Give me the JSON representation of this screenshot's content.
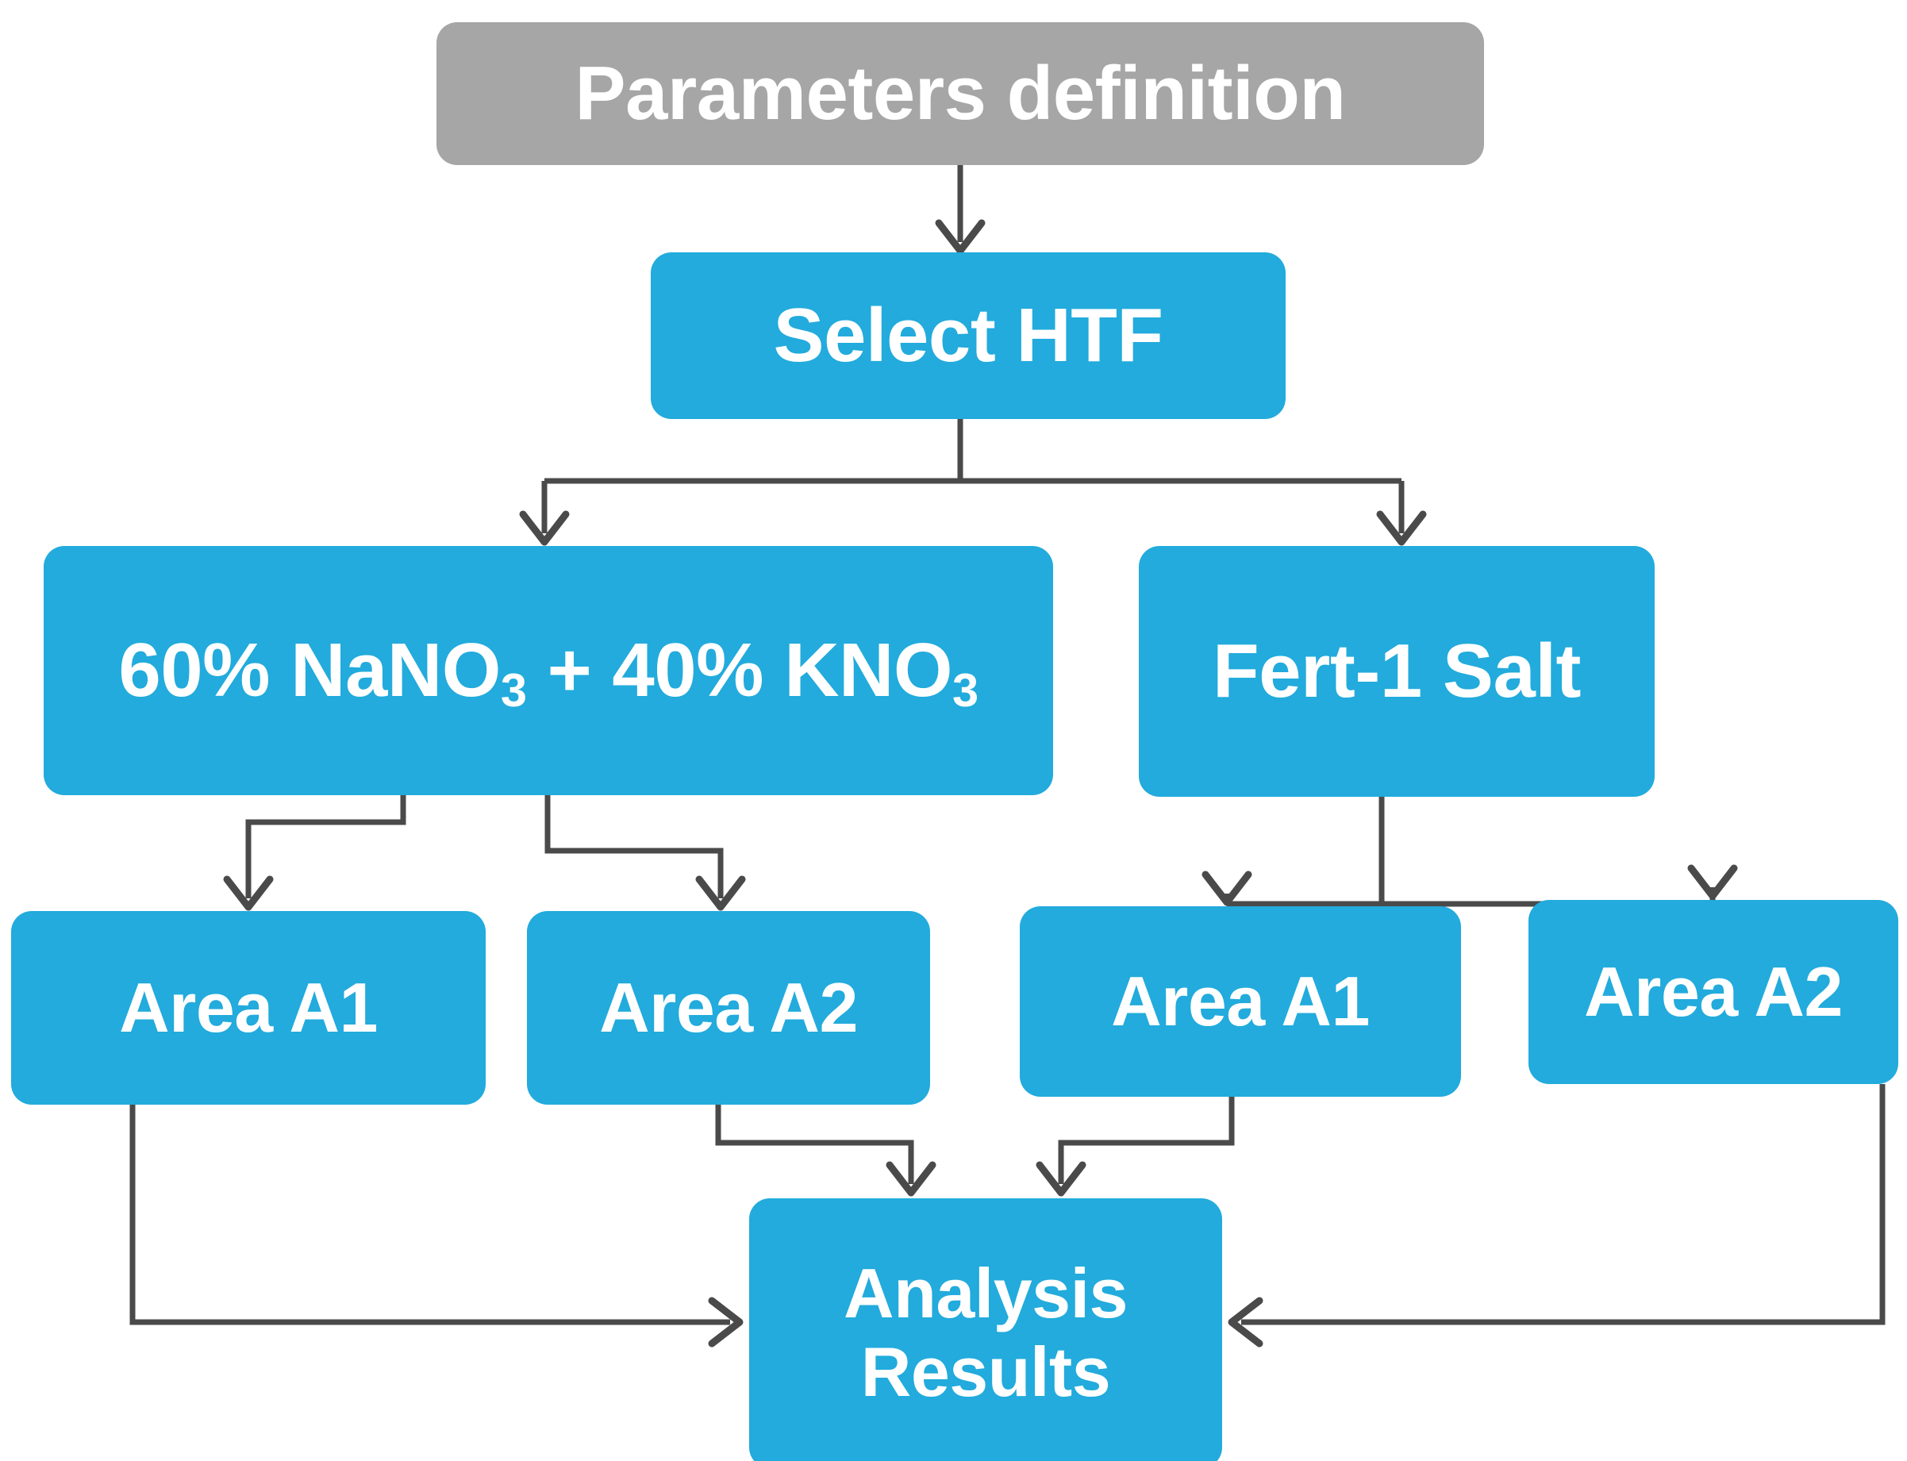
{
  "diagram": {
    "title": "HTF selection and area analysis flowchart",
    "colors": {
      "node_blue": "#22ABDC",
      "node_gray": "#A6A6A6",
      "connector": "#4a4a4a",
      "label_text": "#ffffff",
      "background": "#ffffff"
    },
    "nodes": {
      "parameters_definition": {
        "label": "Parameters definition",
        "fill": "#A6A6A6",
        "shape": "rounded-rectangle"
      },
      "select_htf": {
        "label": "Select HTF",
        "fill": "#22ABDC",
        "shape": "rounded-rectangle"
      },
      "salt_mixture": {
        "label_prefix": "60% NaNO",
        "label_sub1": "3",
        "label_middle": " + 40% KNO",
        "label_sub2": "3",
        "label_plain": "60% NaNO3 + 40% KNO3",
        "fill": "#22ABDC",
        "shape": "rounded-rectangle"
      },
      "fert_salt": {
        "label": "Fert-1 Salt",
        "fill": "#22ABDC",
        "shape": "rounded-rectangle"
      },
      "area_a1_left": {
        "label": "Area A1",
        "fill": "#22ABDC",
        "shape": "rounded-rectangle"
      },
      "area_a2_left": {
        "label": "Area A2",
        "fill": "#22ABDC",
        "shape": "rounded-rectangle"
      },
      "area_a1_right": {
        "label": "Area A1",
        "fill": "#22ABDC",
        "shape": "rounded-rectangle"
      },
      "area_a2_right": {
        "label": "Area A2",
        "fill": "#22ABDC",
        "shape": "rounded-rectangle"
      },
      "analysis_results": {
        "label": "Analysis\nResults",
        "line1": "Analysis",
        "line2": "Results",
        "fill": "#22ABDC",
        "shape": "rounded-rectangle"
      }
    },
    "edges": [
      {
        "from": "parameters_definition",
        "to": "select_htf",
        "style": "straight-down",
        "arrow": "down"
      },
      {
        "from": "select_htf",
        "to": "salt_mixture",
        "style": "branch-left",
        "arrow": "down"
      },
      {
        "from": "select_htf",
        "to": "fert_salt",
        "style": "branch-right",
        "arrow": "down"
      },
      {
        "from": "salt_mixture",
        "to": "area_a1_left",
        "style": "elbow-left",
        "arrow": "down"
      },
      {
        "from": "salt_mixture",
        "to": "area_a2_left",
        "style": "elbow-right",
        "arrow": "down"
      },
      {
        "from": "fert_salt",
        "to": "area_a1_right",
        "style": "branch-left",
        "arrow": "down"
      },
      {
        "from": "fert_salt",
        "to": "area_a2_right",
        "style": "branch-right",
        "arrow": "down"
      },
      {
        "from": "area_a1_left",
        "to": "analysis_results",
        "style": "down-then-right",
        "arrow": "right"
      },
      {
        "from": "area_a2_left",
        "to": "analysis_results",
        "style": "elbow-right",
        "arrow": "down"
      },
      {
        "from": "area_a1_right",
        "to": "analysis_results",
        "style": "elbow-left",
        "arrow": "down"
      },
      {
        "from": "area_a2_right",
        "to": "analysis_results",
        "style": "down-then-left",
        "arrow": "left"
      }
    ]
  }
}
